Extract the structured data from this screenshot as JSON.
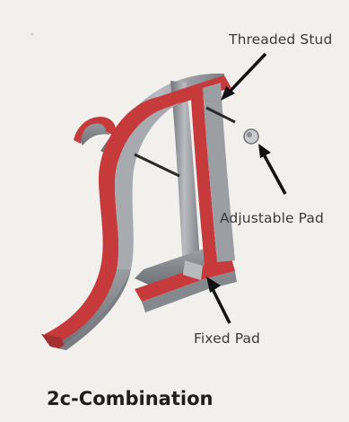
{
  "labels": {
    "threaded_stud": "Threaded Stud",
    "adjustable_pad": "Adjustable Pad",
    "fixed_pad": "Fixed Pad"
  },
  "caption": "2c-Combination",
  "colors": {
    "background": "#f2f0ed",
    "letter_face": "#c73a3b",
    "letter_return": "#8e9196",
    "arrow": "#111111"
  }
}
